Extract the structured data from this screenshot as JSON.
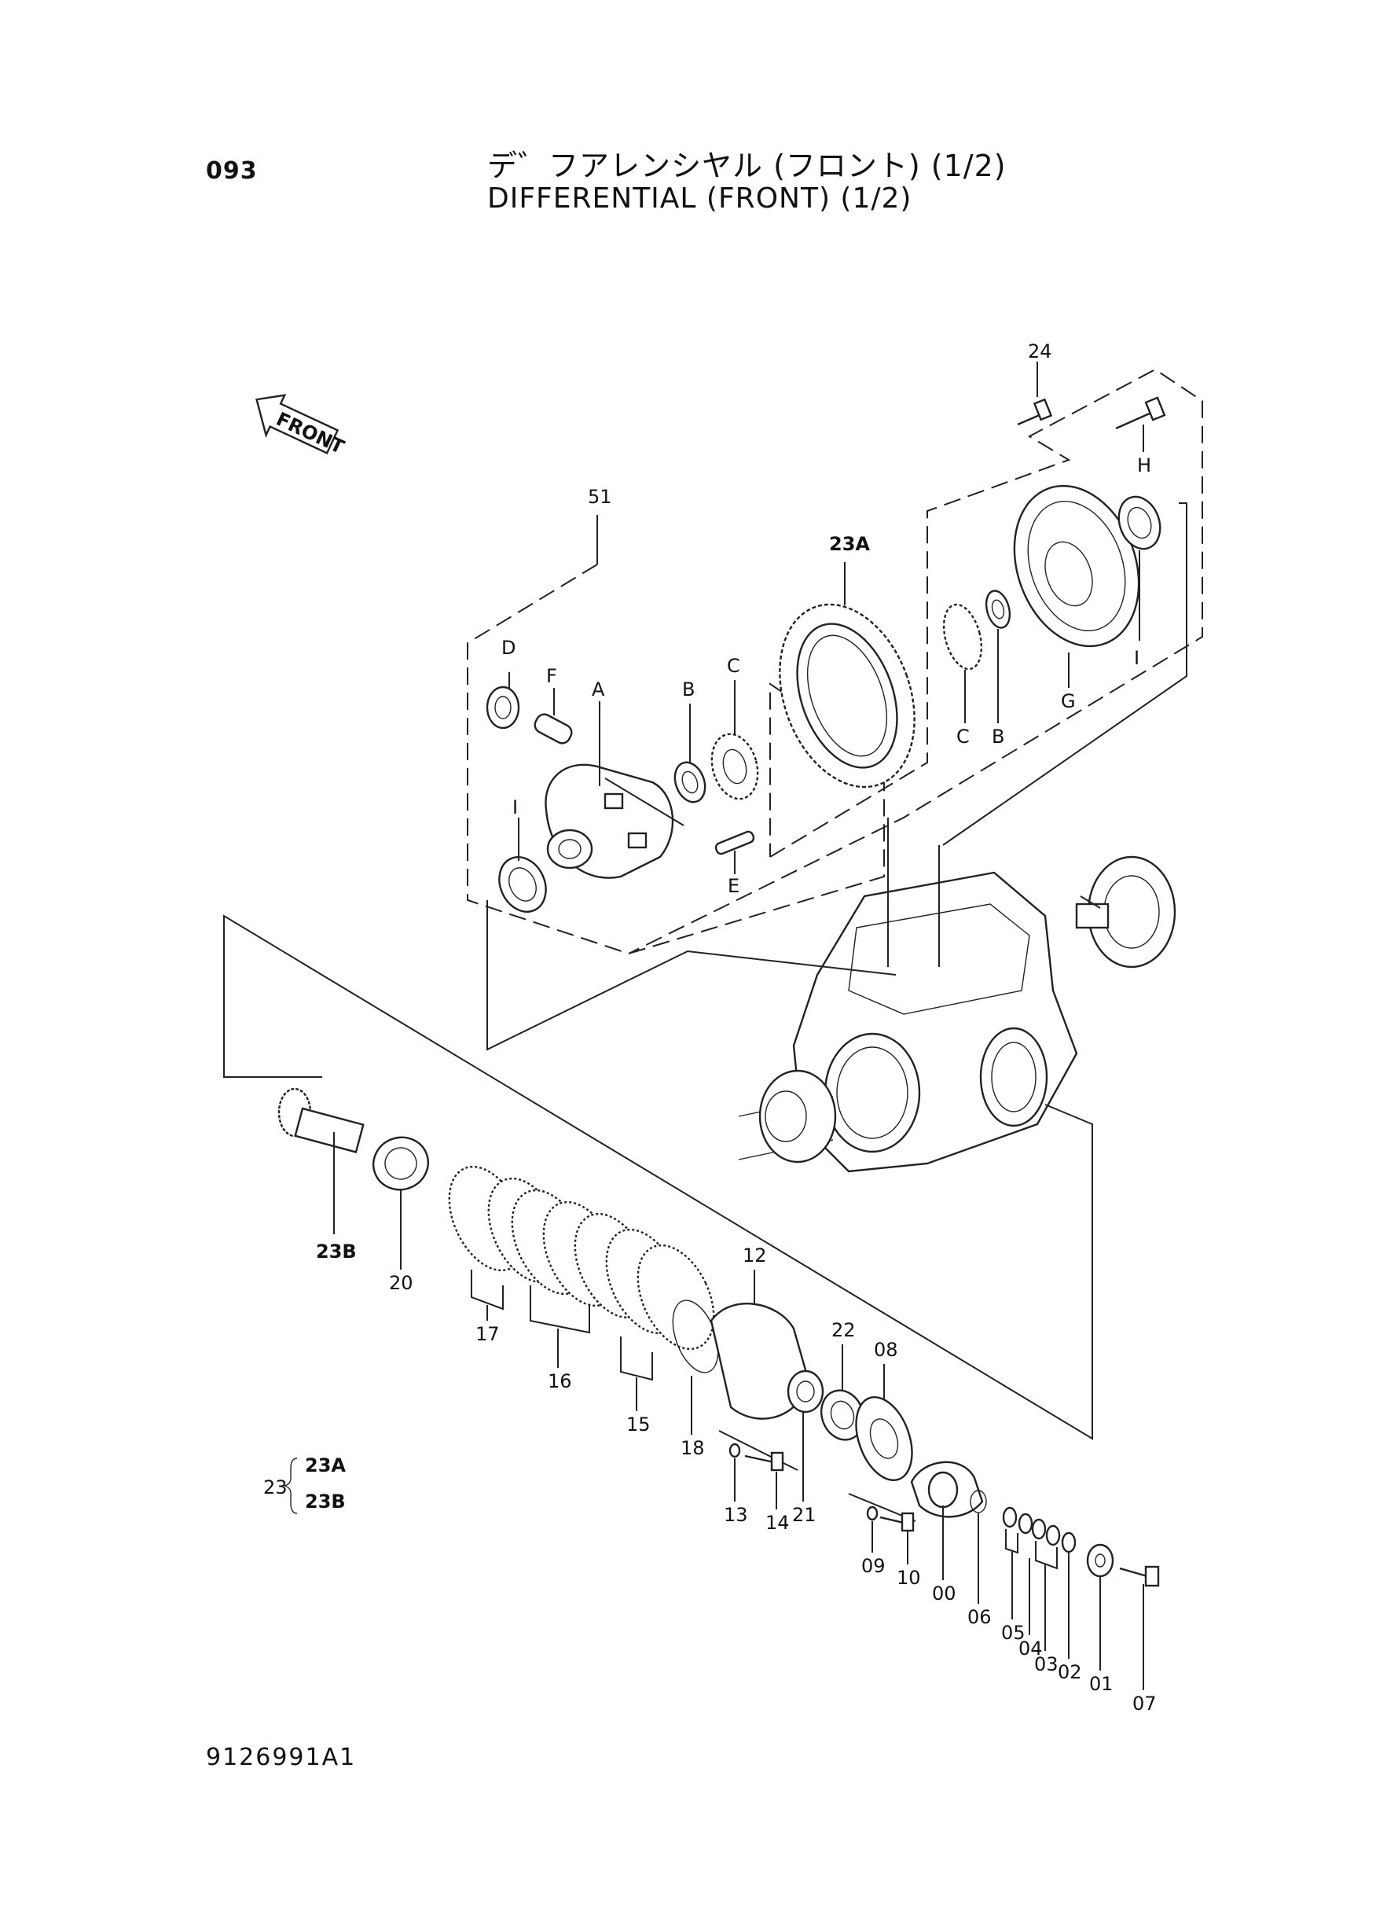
{
  "header": {
    "page_number": "093",
    "title_jp": "デ゛フアレンシヤル (フロント) (1/2)",
    "title_en": "DIFFERENTIAL (FRONT) (1/2)"
  },
  "footer": {
    "drawing_number": "9126991A1"
  },
  "front_indicator": "FRONT",
  "assembly_note": {
    "parent": "23",
    "children": [
      "23A",
      "23B"
    ]
  },
  "callouts": {
    "c24": "24",
    "cH_top": "H",
    "c51": "51",
    "c23A": "23A",
    "cD": "D",
    "cF": "F",
    "cA": "A",
    "cB_left": "B",
    "cC_left": "C",
    "cI_left": "I",
    "cE": "E",
    "cC_right": "C",
    "cB_right": "B",
    "cG": "G",
    "cI_right": "I",
    "c23B": "23B",
    "c20": "20",
    "c17": "17",
    "c16": "16",
    "c15": "15",
    "c12": "12",
    "c18": "18",
    "c22": "22",
    "c08": "08",
    "c21": "21",
    "c13": "13",
    "c14": "14",
    "c09": "09",
    "c10": "10",
    "c00": "00",
    "c06": "06",
    "c05": "05",
    "c04": "04",
    "c03": "03",
    "c02": "02",
    "c01": "01",
    "c07": "07"
  }
}
